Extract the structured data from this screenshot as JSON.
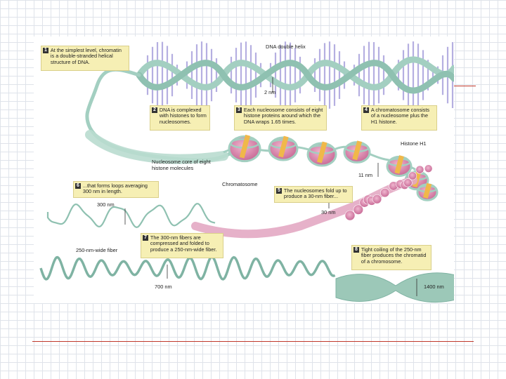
{
  "colors": {
    "dna": "#a3cfc1",
    "dna_dark": "#7fb3a3",
    "base_pairs": "#a9a2dc",
    "nucleosome": "#d889ae",
    "histone_h1": "#f0b84a",
    "callout_bg": "#f6efb4",
    "slide_line": "#c0392b"
  },
  "callouts": {
    "c1": {
      "num": "1",
      "text": "At the simplest level, chromatin is a double-stranded helical structure of DNA."
    },
    "c2": {
      "num": "2",
      "text": "DNA is complexed with histones to form nucleosomes."
    },
    "c3": {
      "num": "3",
      "text": "Each nucleosome consists of eight histone proteins around which the DNA wraps 1.65 times."
    },
    "c4": {
      "num": "4",
      "text": "A chromatosome consists of a nucleosome plus the H1 histone."
    },
    "c5": {
      "num": "5",
      "text": "The nucleosomes fold up to produce a 30-nm fiber..."
    },
    "c6": {
      "num": "6",
      "text": "...that forms loops averaging 300 nm in length."
    },
    "c7": {
      "num": "7",
      "text": "The 300-nm fibers are compressed and folded to produce a 250-nm-wide fiber."
    },
    "c8": {
      "num": "8",
      "text": "Tight coiling of the 250-nm fiber produces the chromatid of a chromosome."
    }
  },
  "labels": {
    "dna_double_helix": "DNA double helix",
    "two_nm": "2 nm",
    "histone_h1": "Histone H1",
    "nucleosome_core": "Nucleosome core of eight histone molecules",
    "eleven_nm": "11 nm",
    "chromatosome": "Chromatosome",
    "three_hundred_nm": "300 nm",
    "thirty_nm": "30 nm",
    "fiber_250": "250-nm-wide fiber",
    "seven_hundred_nm": "700 nm",
    "fourteen_hundred_nm": "1400 nm"
  }
}
